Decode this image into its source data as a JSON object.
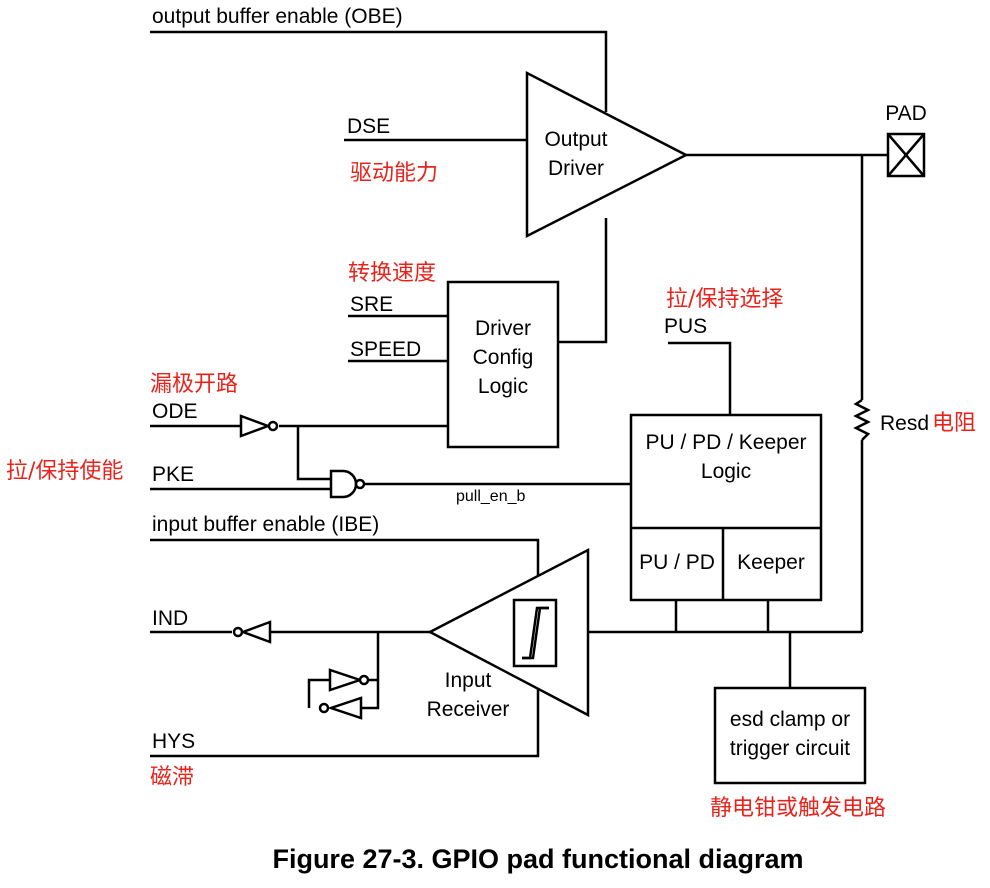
{
  "signals": {
    "obe": "output buffer enable (OBE)",
    "dse": "DSE",
    "sre": "SRE",
    "speed": "SPEED",
    "ode": "ODE",
    "pke": "PKE",
    "pull_en_b": "pull_en_b",
    "pus": "PUS",
    "ibe": "input buffer enable (IBE)",
    "ind": "IND",
    "hys": "HYS",
    "pad": "PAD",
    "resd": "Resd"
  },
  "blocks": {
    "output_driver": [
      "Output",
      "Driver"
    ],
    "driver_config": [
      "Driver",
      "Config",
      "Logic"
    ],
    "pupd_keeper_logic": [
      "PU / PD / Keeper",
      "Logic"
    ],
    "pu_pd": "PU / PD",
    "keeper": "Keeper",
    "input_receiver": [
      "Input",
      "Receiver"
    ],
    "esd_clamp": [
      "esd clamp or",
      "trigger circuit"
    ]
  },
  "annotations": {
    "dse": "驱动能力",
    "sre": "转换速度",
    "ode": "漏极开路",
    "pke": "拉/保持使能",
    "pus": "拉/保持选择",
    "resd": "电阻",
    "hys": "磁滞",
    "esd": "静电钳或触发电路"
  },
  "caption": "Figure 27-3. GPIO pad functional diagram"
}
